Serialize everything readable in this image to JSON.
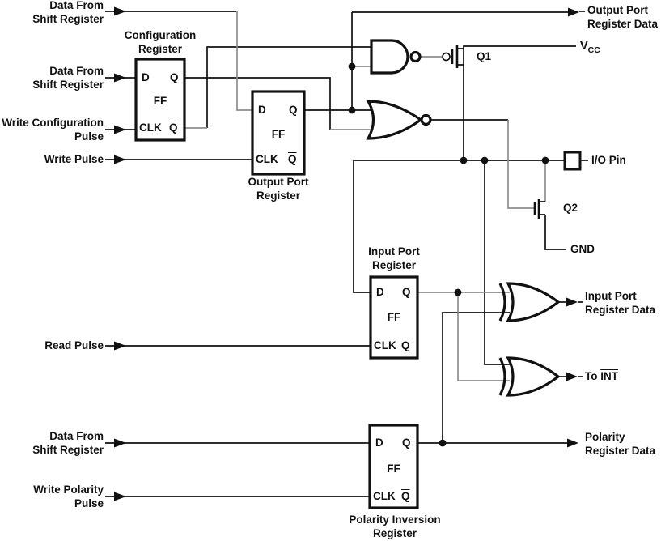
{
  "colors": {
    "line": "#111111",
    "line_gray": "#8e8e8e"
  },
  "inputs": [
    {
      "label": "Data From\nShift Register"
    },
    {
      "label": "Data From\nShift Register"
    },
    {
      "label": "Write Configuration\nPulse"
    },
    {
      "label": "Write Pulse"
    },
    {
      "label": "Read Pulse"
    },
    {
      "label": "Data From\nShift Register"
    },
    {
      "label": "Write Polarity\nPulse"
    }
  ],
  "outputs": {
    "output_port": "Output Port\nRegister Data",
    "input_port": "Input Port\nRegister Data",
    "to_int_prefix": "To ",
    "to_int_signal": "INT",
    "polarity": "Polarity\nRegister Data"
  },
  "power": {
    "vcc_main": "V",
    "vcc_sub": "CC",
    "gnd": "GND"
  },
  "io": {
    "pin_label": "I/O Pin"
  },
  "transistors": {
    "q1": "Q1",
    "q2": "Q2"
  },
  "registers": [
    {
      "title": "Configuration\nRegister",
      "d": "D",
      "q": "Q",
      "ff": "FF",
      "clk": "CLK",
      "qbar": "Q"
    },
    {
      "title": "Output Port\nRegister",
      "d": "D",
      "q": "Q",
      "ff": "FF",
      "clk": "CLK",
      "qbar": "Q"
    },
    {
      "title": "Input Port\nRegister",
      "d": "D",
      "q": "Q",
      "ff": "FF",
      "clk": "CLK",
      "qbar": "Q"
    },
    {
      "title": "Polarity Inversion\nRegister",
      "d": "D",
      "q": "Q",
      "ff": "FF",
      "clk": "CLK",
      "qbar": "Q"
    }
  ]
}
